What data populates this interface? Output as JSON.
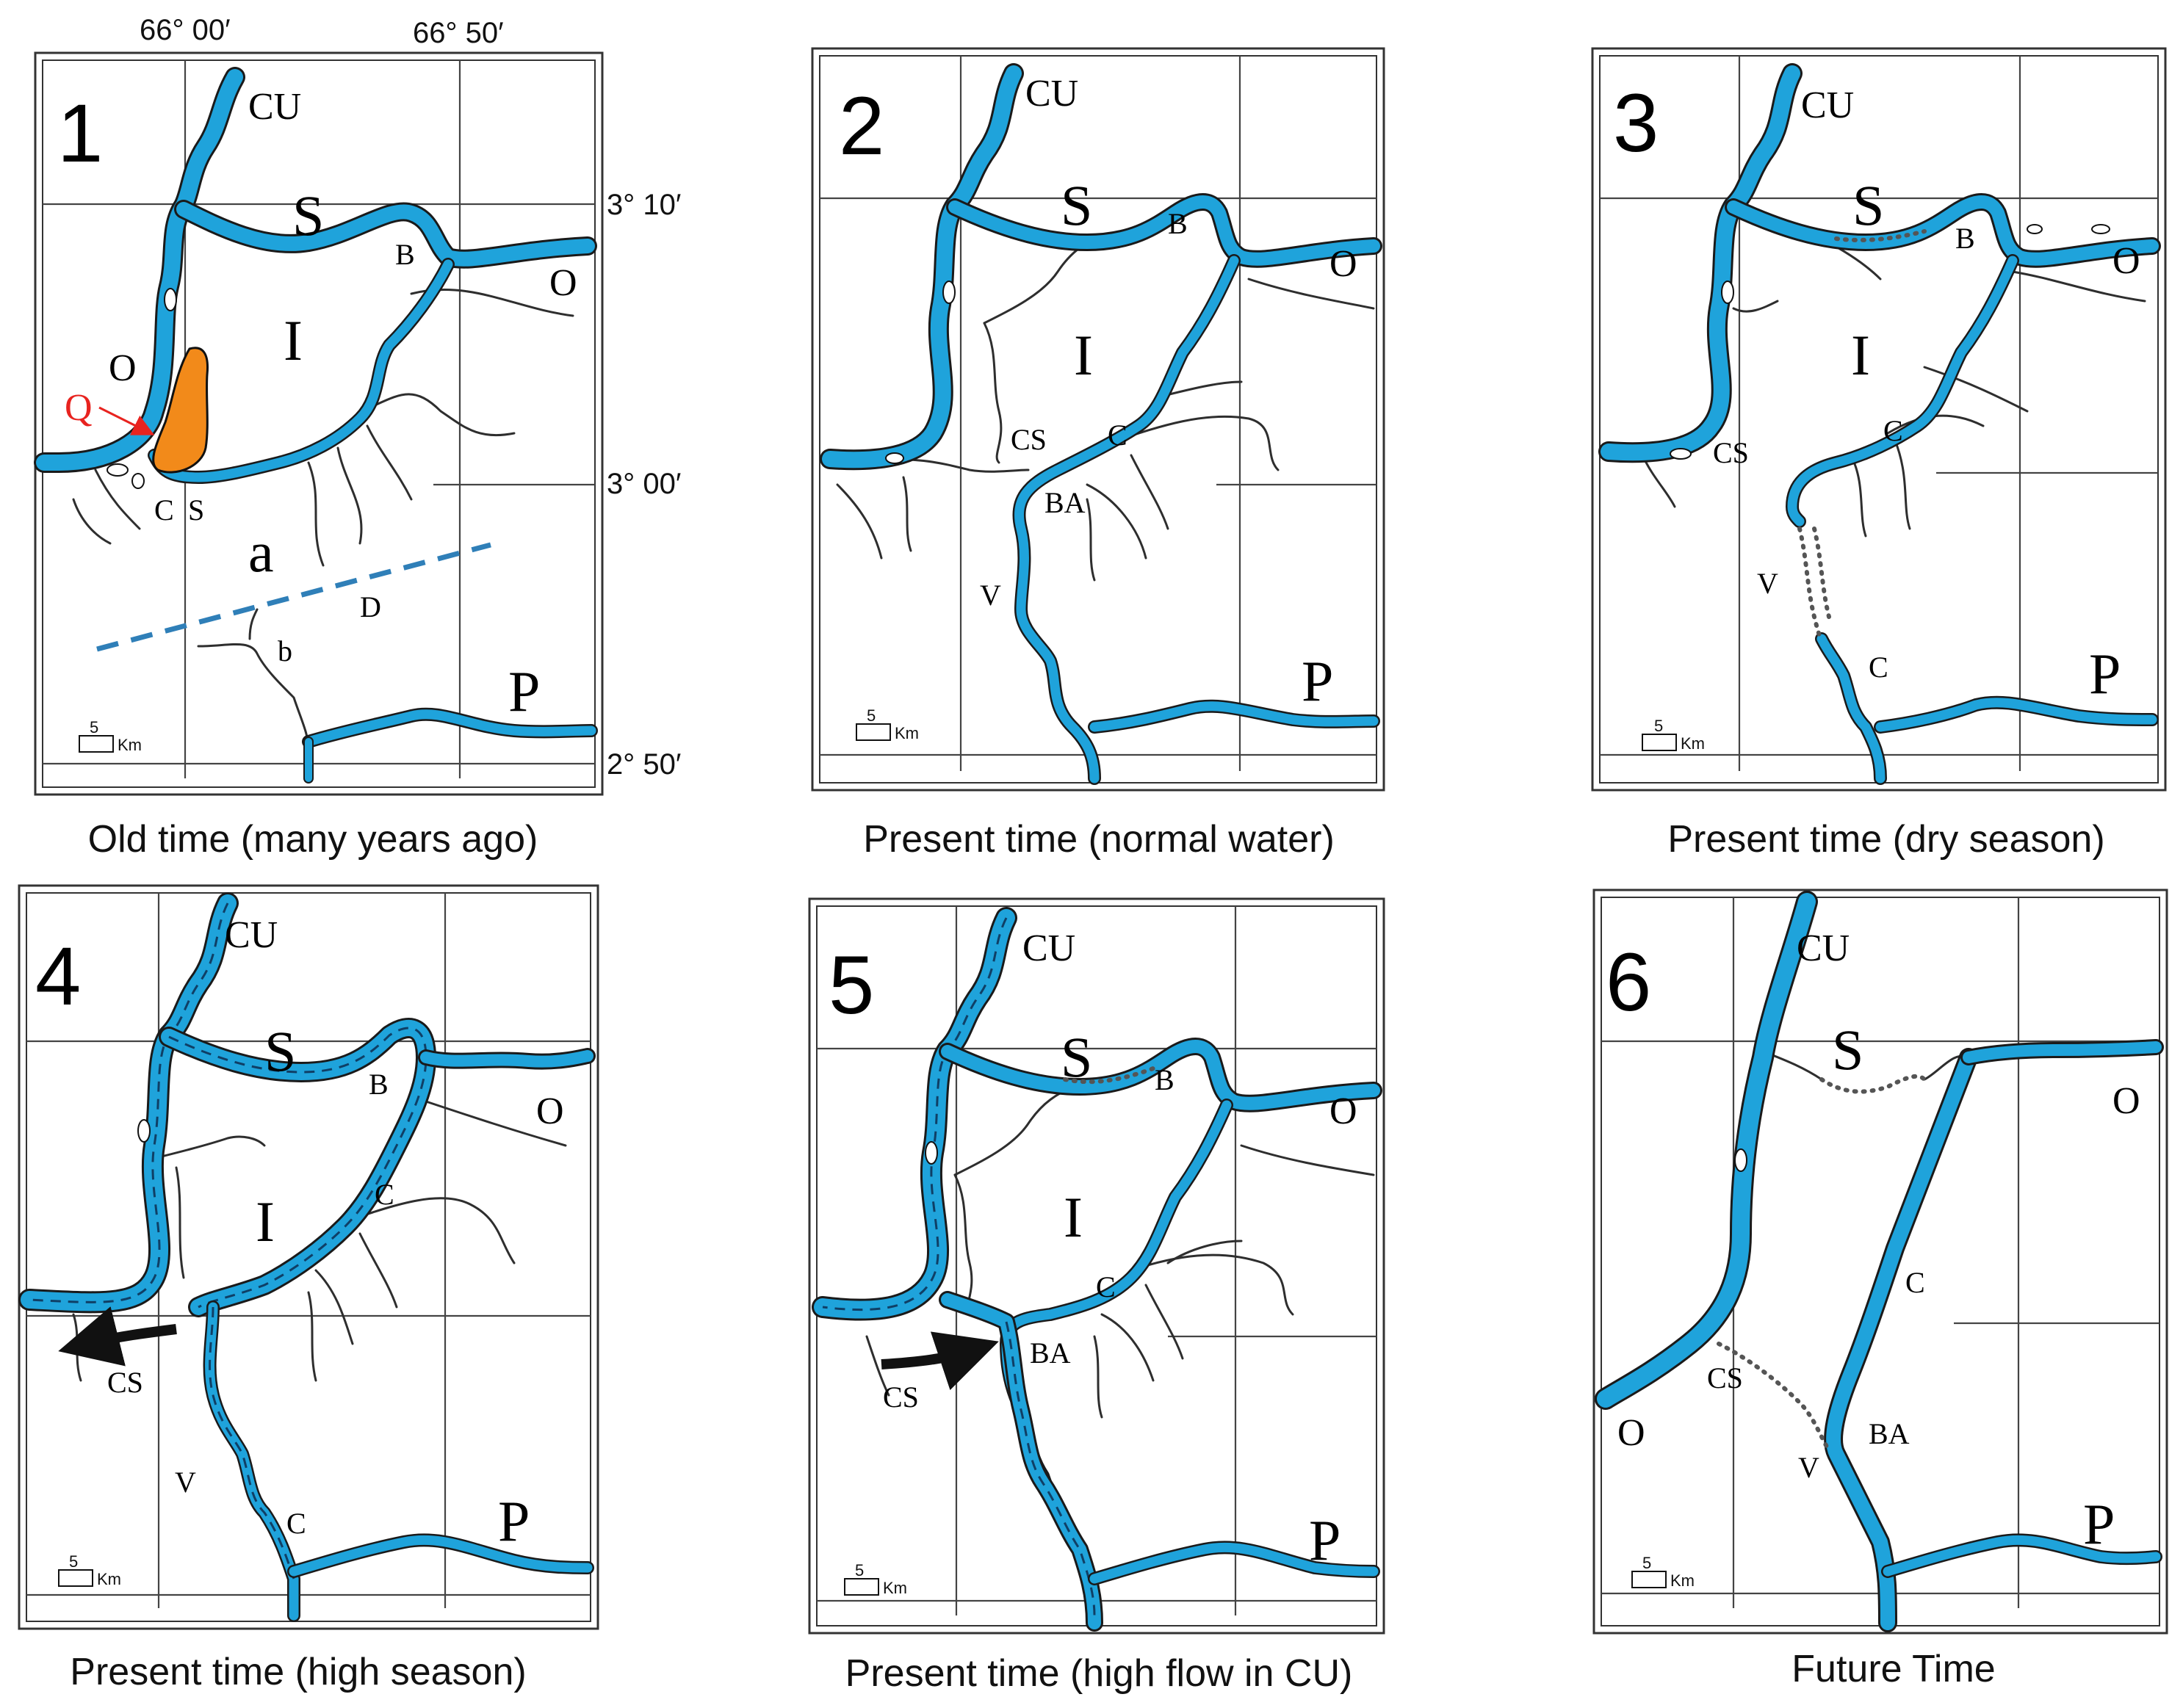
{
  "coordinates": {
    "lon_west": "66° 00′",
    "lon_east": "66° 50′",
    "lat_top": "3° 10′",
    "lat_mid": "3° 00′",
    "lat_bottom": "2° 50′"
  },
  "scale_bar": {
    "value": "5",
    "unit": "Km"
  },
  "panels": [
    {
      "number": "1",
      "caption": "Old time (many years ago)",
      "labels": {
        "cu": "CU",
        "s": "S",
        "b": "B",
        "o_east": "O",
        "i": "I",
        "o_west": "O",
        "q": "Q",
        "c": "C",
        "s_small": "S",
        "a": "a",
        "d": "D",
        "b_small": "b",
        "p": "P"
      }
    },
    {
      "number": "2",
      "caption": "Present time (normal water)",
      "labels": {
        "cu": "CU",
        "s": "S",
        "b": "B",
        "o_east": "O",
        "i": "I",
        "cs": "CS",
        "c": "C",
        "ba": "BA",
        "v": "V",
        "p": "P"
      }
    },
    {
      "number": "3",
      "caption": "Present time (dry season)",
      "labels": {
        "cu": "CU",
        "s": "S",
        "b": "B",
        "o_east": "O",
        "i": "I",
        "cs": "CS",
        "c": "C",
        "v": "V",
        "c_south": "C",
        "p": "P"
      }
    },
    {
      "number": "4",
      "caption": "Present time (high season)",
      "labels": {
        "cu": "CU",
        "s": "S",
        "b": "B",
        "o_east": "O",
        "i": "I",
        "c": "C",
        "cs": "CS",
        "v": "V",
        "c_south": "C",
        "p": "P"
      }
    },
    {
      "number": "5",
      "caption": "Present time (high flow in CU)",
      "labels": {
        "cu": "CU",
        "s": "S",
        "b": "B",
        "o_east": "O",
        "i": "I",
        "c": "C",
        "ba": "BA",
        "cs": "CS",
        "p": "P"
      }
    },
    {
      "number": "6",
      "caption": "Future Time",
      "labels": {
        "cu": "CU",
        "s": "S",
        "o_east": "O",
        "c": "C",
        "cs": "CS",
        "ba": "BA",
        "o_west": "O",
        "v": "V",
        "p": "P"
      }
    }
  ],
  "colors": {
    "water": "#1fa3db",
    "channel_q": "#f28a1a",
    "q_label": "#e8231f",
    "q_arrow": "#e8231f",
    "dashed_line": "#2f7fb8"
  }
}
